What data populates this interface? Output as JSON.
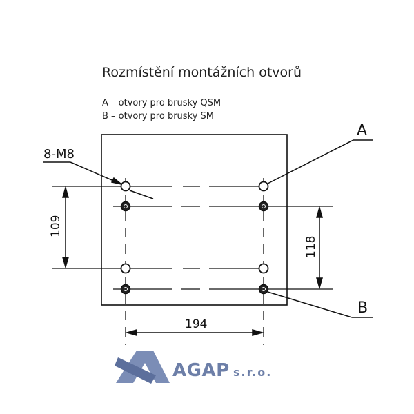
{
  "title": "Rozmístění montážních otvorů",
  "legend": {
    "a": "A – otvory pro brusky QSM",
    "b": "B – otvory pro brusky SM"
  },
  "callouts": {
    "hole_spec": "8-M8",
    "label_a": "A",
    "label_b": "B"
  },
  "dimensions": {
    "left_vertical": "109",
    "right_vertical": "118",
    "horizontal": "194"
  },
  "logo": {
    "name": "AGAP",
    "suffix": "s.r.o.",
    "color": "#6d7fa8"
  }
}
